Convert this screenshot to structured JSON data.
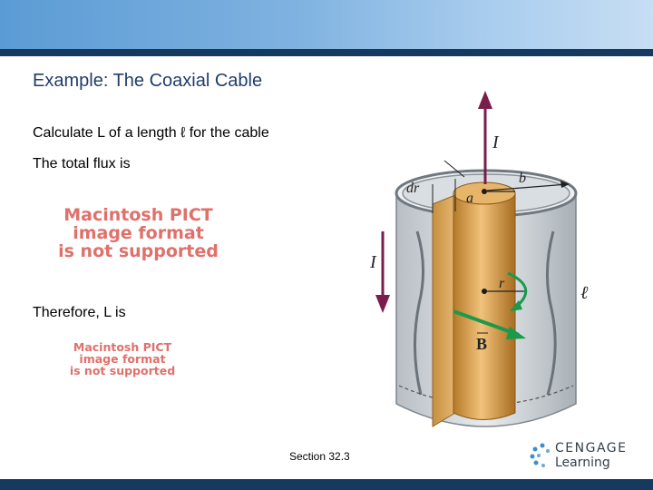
{
  "slide": {
    "title": "Example: The Coaxial Cable",
    "line1": "Calculate L of a length ℓ for the cable",
    "line2": "The total flux is",
    "line3": "Therefore, L is",
    "footer": "Section  32.3"
  },
  "placeholders": {
    "pict1": [
      "Macintosh PICT",
      "image format",
      "is not supported"
    ],
    "pict2": [
      "Macintosh PICT",
      "image format",
      "is not supported"
    ]
  },
  "figure_labels": {
    "I_top": "I",
    "I_side": "I",
    "dr": "dr",
    "a": "a",
    "b": "b",
    "r": "r",
    "ell": "ℓ",
    "B": "B"
  },
  "logo": {
    "line1": "CENGAGE",
    "line2": "Learning"
  },
  "colors": {
    "header_band": "#163a5f",
    "title": "#1f3d6b",
    "arrow_current": "#7a1d4a",
    "field_arrow": "#1a9a4a",
    "conductor": "#c8903a"
  }
}
